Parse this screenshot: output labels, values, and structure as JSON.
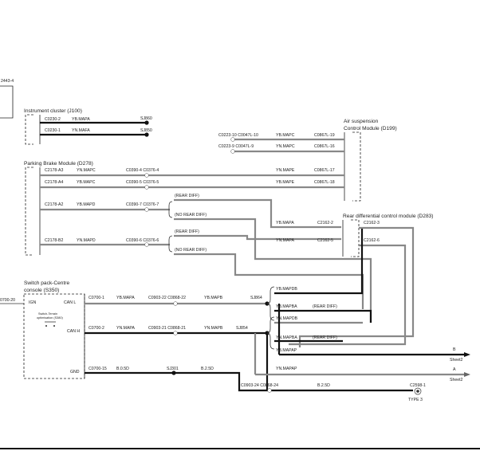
{
  "top_left_ref": "2443-4",
  "modules": {
    "instrument_cluster": "Instrument cluster (J100)",
    "air_suspension_1": "Air suspension",
    "air_suspension_2": "Control Module (D199)",
    "parking_brake": "Parking Brake Module (D278)",
    "rear_diff": "Rear differential control module (D283)",
    "switch_pack_1": "Switch pack-Centre",
    "switch_pack_2": "console (S350)",
    "terrain_switch_1": "Switch-Terrain",
    "terrain_switch_2": "optimisation (S380)"
  },
  "instrument_cluster": {
    "pin1": "C0230-2",
    "wire1": "YB.MAPA",
    "splice1": "SJ860",
    "pin2": "C0230-1",
    "wire2": "YN.MAFA",
    "splice2": "SJ850"
  },
  "air_suspension": {
    "conn1": "C0223-10 C0047L-10",
    "wire1": "YB.MAPC",
    "pin1": "C0867L-19",
    "conn2": "C0223-9 C0047L-9",
    "wire2": "YN.MAPC",
    "pin2": "C0867L-16",
    "wire3": "YN.MAPE",
    "pin3": "C0867L-17",
    "wire4": "YB.MAPE",
    "pin4": "C0867L-18"
  },
  "parking_brake": {
    "pin1": "C2178-A3",
    "wire1": "YN.MAPC",
    "conn1": "C0390-4 C0376-4",
    "pin2": "C2178-A4",
    "wire2": "YB.MAPC",
    "conn2": "C0390-5 C0376-5",
    "pin3": "C2178-A2",
    "wire3": "YB.MAPD",
    "conn3": "C0390-7 C0376-7",
    "pin4": "C2178-B2",
    "wire4": "YN.MAPD",
    "conn4": "C0390-6 C0376-6",
    "opt_rear": "(REAR DIFF)",
    "opt_norear": "(NO REAR DIFF)"
  },
  "rear_diff": {
    "wire1": "YB.MAPA",
    "pin1": "C2162-2",
    "pin3": "C2162-3",
    "wire2": "YN.MAPA",
    "pin2": "C2162-5",
    "pin6": "C2162-6"
  },
  "switch_pack": {
    "left_ref": "0700-20",
    "ign": "IGN",
    "can_l": "CAN L",
    "can_h": "CAN H",
    "gnd": "GND",
    "canl_pin": "C0700-1",
    "canl_wire": "YB.MAPA",
    "canl_conn": "C0903-22 C0868-22",
    "canl_wire2": "YB.MAPB",
    "canl_splice": "SJ864",
    "canh_pin": "C0700-2",
    "canh_wire": "YN.MAPA",
    "canh_conn": "C0903-21 C0868-21",
    "canh_wire2": "YN.MAPB",
    "canh_splice": "SJ854",
    "gnd_pin": "C0700-15",
    "gnd_wire": "B.0.5D",
    "gnd_splice": "SJ301",
    "gnd_wire2": "B.2.5D"
  },
  "outputs": {
    "o1": "YB.MAPDB",
    "o2": "YB.MAPBA",
    "o2_opt": "(REAR DIFF)",
    "o3": "YN.MAPDB",
    "o4": "YN.MAPBA",
    "o4_opt": "(REAR DIFF)",
    "o5": "YB.MAPAP",
    "o6": "YN.MAPAP",
    "sheet_b": "B",
    "sheet_a": "A",
    "sheet_label": "Sheet2"
  },
  "ground": {
    "conn": "C0903-24 C0868-24",
    "wire": "B.2.5D",
    "pin": "C2598-1",
    "type": "TYPE 3"
  },
  "colors": {
    "wire_black": "#111111",
    "wire_grey": "#888888"
  }
}
